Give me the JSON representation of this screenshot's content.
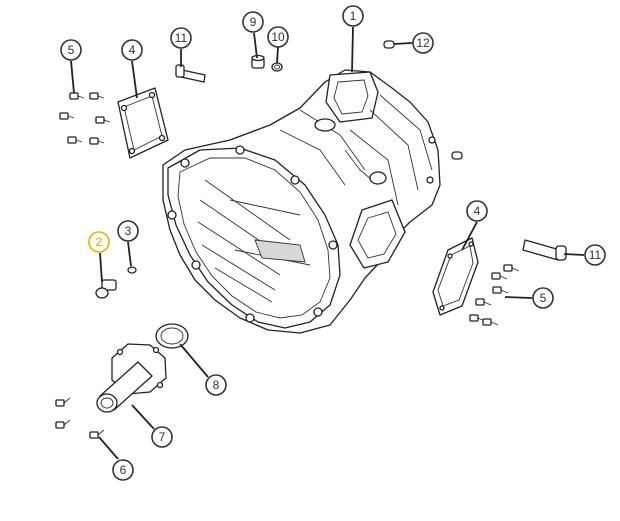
{
  "diagram": {
    "callouts": [
      {
        "id": "c1",
        "label": "1"
      },
      {
        "id": "c2",
        "label": "2"
      },
      {
        "id": "c3",
        "label": "3"
      },
      {
        "id": "c4a",
        "label": "4"
      },
      {
        "id": "c4b",
        "label": "4"
      },
      {
        "id": "c5a",
        "label": "5"
      },
      {
        "id": "c5b",
        "label": "5"
      },
      {
        "id": "c6",
        "label": "6"
      },
      {
        "id": "c7",
        "label": "7"
      },
      {
        "id": "c8",
        "label": "8"
      },
      {
        "id": "c9",
        "label": "9"
      },
      {
        "id": "c10",
        "label": "10"
      },
      {
        "id": "c11a",
        "label": "11"
      },
      {
        "id": "c11b",
        "label": "11"
      },
      {
        "id": "c12",
        "label": "12"
      }
    ],
    "colors": {
      "line": "#222222",
      "callout_highlight": "#e0b400"
    }
  }
}
